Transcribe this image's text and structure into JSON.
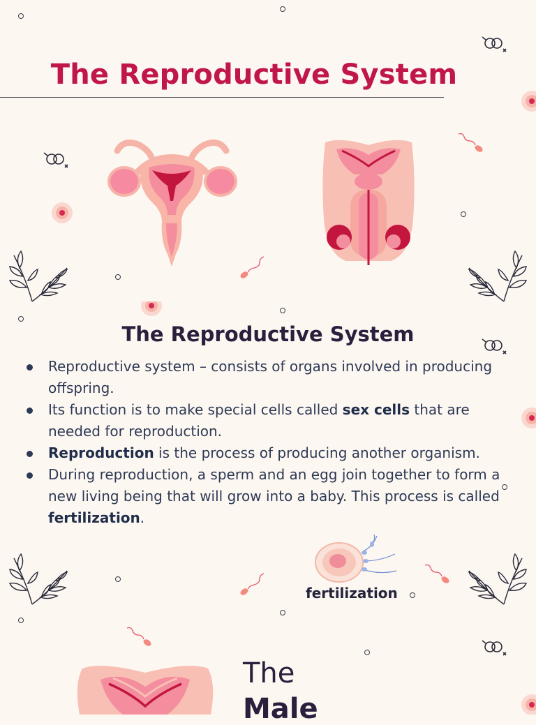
{
  "header": {
    "title": "The Reproductive System"
  },
  "section": {
    "title": "The Reproductive System",
    "bullets": [
      {
        "parts": [
          {
            "t": "Reproductive system – consists of organs involved in producing offspring."
          }
        ]
      },
      {
        "parts": [
          {
            "t": "Its function is to make special cells called "
          },
          {
            "t": "sex cells",
            "bold": true
          },
          {
            "t": " that are needed for reproduction."
          }
        ]
      },
      {
        "parts": [
          {
            "t": "Reproduction",
            "bold": true
          },
          {
            "t": " is the process of producing another organism."
          }
        ]
      },
      {
        "parts": [
          {
            "t": "During reproduction, a sperm and an egg join together to form a new living being that will grow into a baby. This process is called "
          },
          {
            "t": "fertilization",
            "bold": true
          },
          {
            "t": "."
          }
        ]
      }
    ]
  },
  "fertilization_label": "fertilization",
  "next_section": {
    "line1": "The",
    "line2": "Male"
  },
  "icons": [
    "gender-symbol-icon",
    "leaf-branch-icon",
    "sperm-icon",
    "egg-cell-icon",
    "female-reproductive-organ-icon",
    "male-reproductive-organ-icon"
  ],
  "colors": {
    "title": "#c0164a",
    "text": "#2d3a55",
    "background": "#fdf7f2",
    "organ_pink": "#f7a9a8",
    "organ_dark": "#c0164a"
  }
}
